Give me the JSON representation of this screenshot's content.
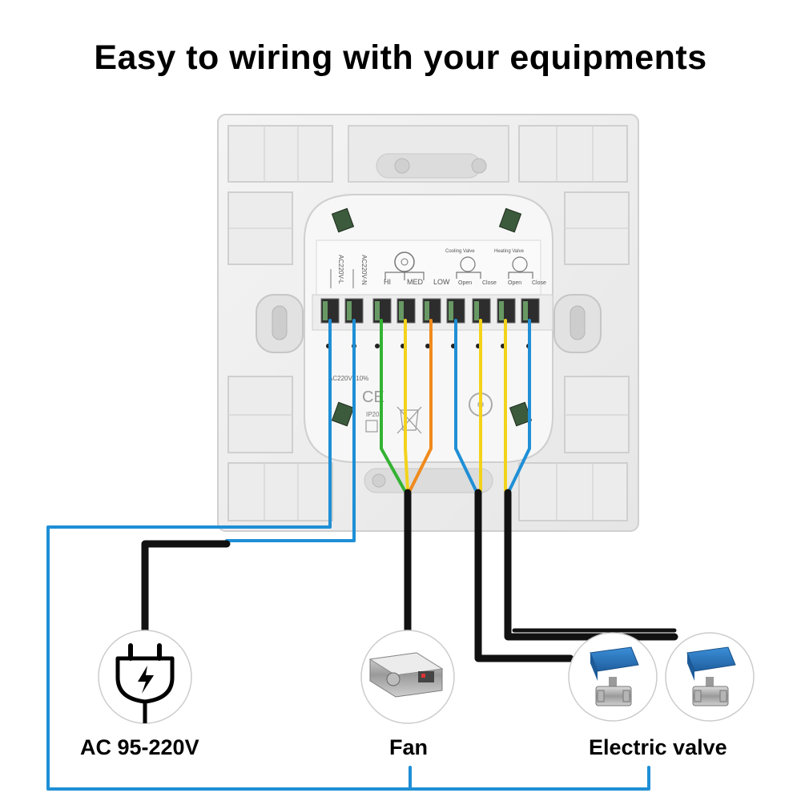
{
  "title": "Easy to wiring with your equipments",
  "captions": {
    "power": "AC 95-220V",
    "fan": "Fan",
    "valve": "Electric valve"
  },
  "device_labels": {
    "terminal_l": "AC220V-L",
    "terminal_n": "AC220V-N",
    "fan_hi": "HI",
    "fan_med": "MED",
    "fan_low": "LOW",
    "cooling_valve": "Cooling Valve",
    "heating_valve": "Heating Valve",
    "open": "Open",
    "close": "Close",
    "rating": "AC220V±10%",
    "ce": "CE",
    "ip": "IP20"
  },
  "wire_colors": {
    "blue": "#1f8fd6",
    "green": "#34b233",
    "yellow": "#f2d31b",
    "orange": "#f08a1c",
    "black": "#111111",
    "valve_body": "#2a78c2"
  },
  "icons": [
    "plug-icon",
    "fan-coil-icon",
    "electric-valve-icon"
  ]
}
